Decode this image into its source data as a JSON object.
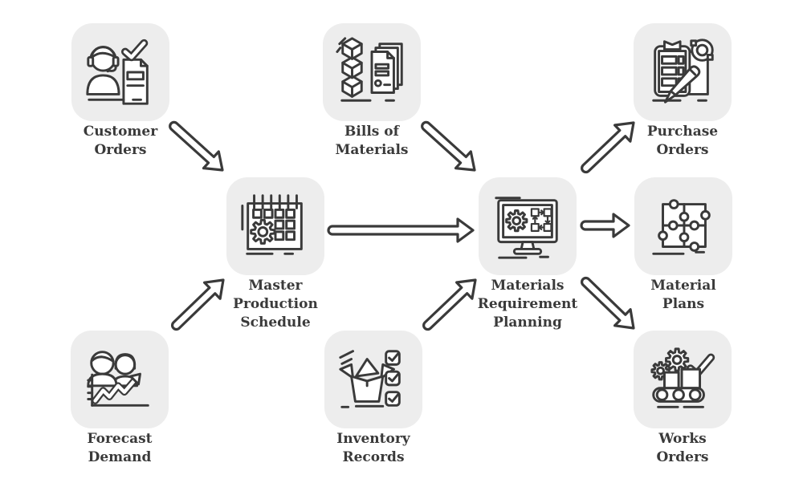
{
  "style": {
    "background": "#ffffff",
    "tile_background": "#ededed",
    "line_color": "#3a3a3a",
    "text_color": "#3a3a3a",
    "shape_fill": "#ffffff"
  },
  "nodes": [
    {
      "id": "customer-orders",
      "label": "Customer\nOrders",
      "icon": "headset-agent-document-check-icon"
    },
    {
      "id": "bills-of-materials",
      "label": "Bills of\nMaterials",
      "icon": "stacked-cubes-documents-icon"
    },
    {
      "id": "purchase-orders",
      "label": "Purchase\nOrders",
      "icon": "clipboard-checklist-pen-icon"
    },
    {
      "id": "master-production-schedule",
      "label": "Master\nProduction\nSchedule",
      "icon": "calendar-gear-icon"
    },
    {
      "id": "materials-requirement-planning",
      "label": "Materials\nRequirement\nPlanning",
      "icon": "monitor-gear-flowchart-icon"
    },
    {
      "id": "material-plans",
      "label": "Material\nPlans",
      "icon": "puzzle-pieces-icon"
    },
    {
      "id": "forecast-demand",
      "label": "Forecast\nDemand",
      "icon": "people-trend-arrow-chart-icon"
    },
    {
      "id": "inventory-records",
      "label": "Inventory\nRecords",
      "icon": "open-box-checklist-icon"
    },
    {
      "id": "works-orders",
      "label": "Works\nOrders",
      "icon": "gears-conveyor-check-icon"
    }
  ],
  "edges": [
    {
      "from": "customer-orders",
      "to": "master-production-schedule"
    },
    {
      "from": "forecast-demand",
      "to": "master-production-schedule"
    },
    {
      "from": "bills-of-materials",
      "to": "materials-requirement-planning"
    },
    {
      "from": "inventory-records",
      "to": "materials-requirement-planning"
    },
    {
      "from": "master-production-schedule",
      "to": "materials-requirement-planning"
    },
    {
      "from": "materials-requirement-planning",
      "to": "purchase-orders"
    },
    {
      "from": "materials-requirement-planning",
      "to": "material-plans"
    },
    {
      "from": "materials-requirement-planning",
      "to": "works-orders"
    }
  ]
}
